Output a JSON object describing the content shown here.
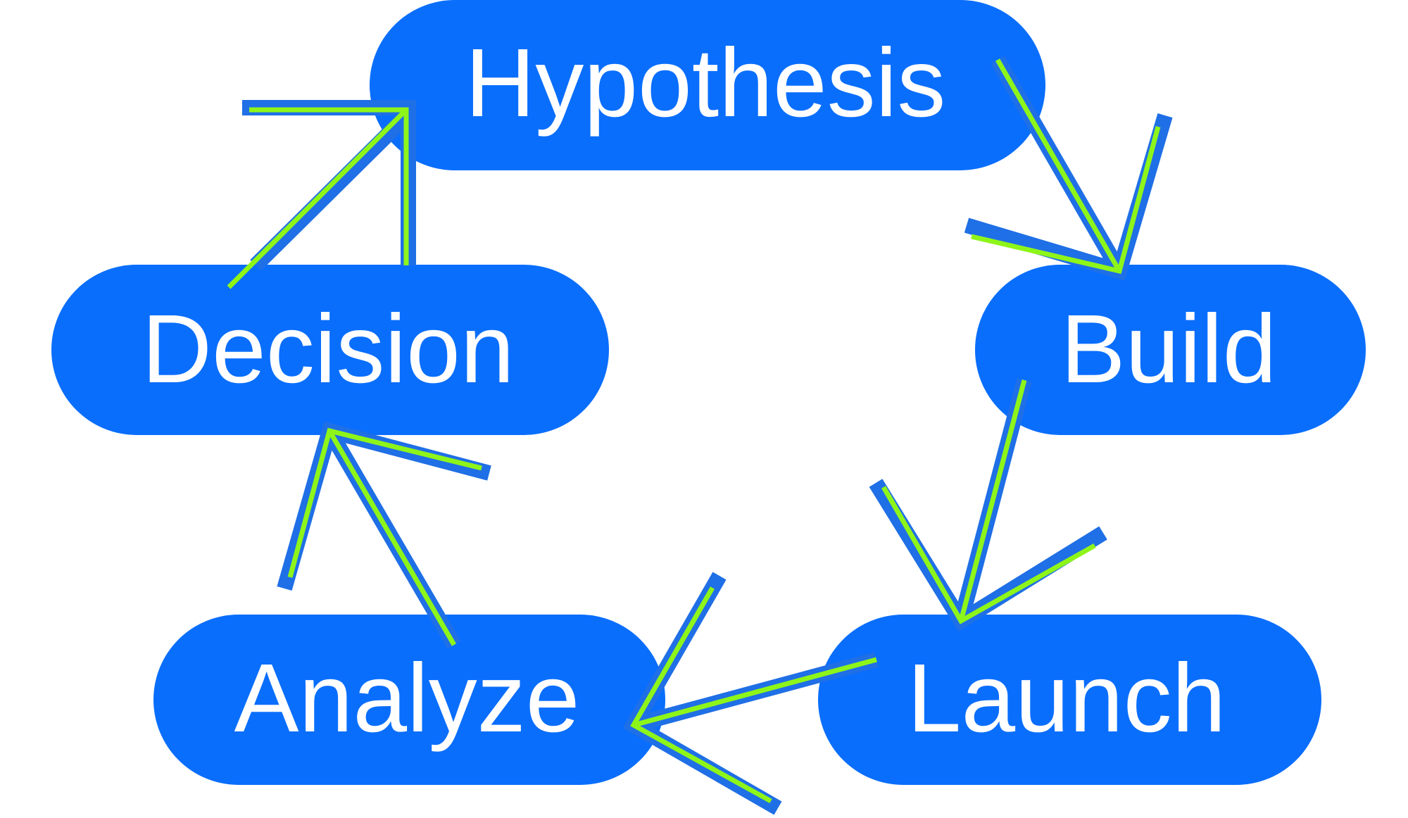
{
  "diagram": {
    "nodes": {
      "hypothesis": "Hypothesis",
      "build": "Build",
      "launch": "Launch",
      "analyze": "Analyze",
      "decision": "Decision"
    },
    "colors": {
      "node_fill": "#0a6efc",
      "arrow_outline": "#1f6fe6",
      "arrow_core": "#8ef51a",
      "label_text": "#ffffff"
    }
  }
}
